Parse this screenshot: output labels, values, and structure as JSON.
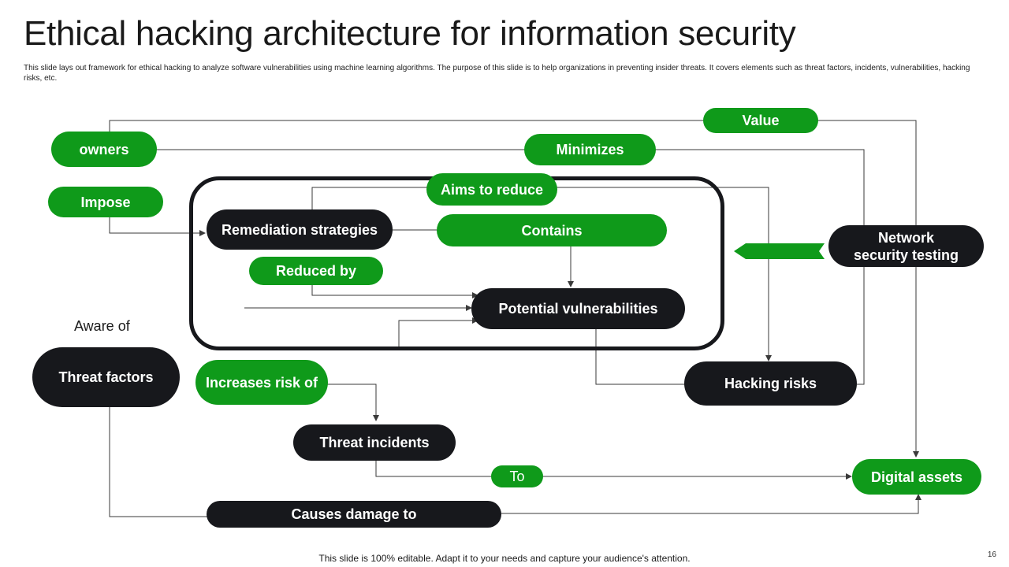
{
  "title": "Ethical hacking architecture for information security",
  "subtitle": "This slide lays out framework for ethical hacking to analyze software vulnerabilities using machine learning algorithms. The purpose of this slide is to help organizations in preventing insider threats. It covers elements such as threat factors, incidents, vulnerabilities, hacking risks, etc.",
  "nodes": {
    "owners": "owners",
    "impose": "Impose",
    "value": "Value",
    "minimizes": "Minimizes",
    "aims_to_reduce": "Aims to reduce",
    "remediation_strategies": "Remediation strategies",
    "contains": "Contains",
    "reduced_by": "Reduced by",
    "potential_vulnerabilities": "Potential vulnerabilities",
    "network_security_testing_line1": "Network",
    "network_security_testing_line2": "security testing",
    "aware_of": "Aware of",
    "threat_factors": "Threat factors",
    "increases_risk_of": "Increases risk of",
    "hacking_risks": "Hacking risks",
    "threat_incidents": "Threat incidents",
    "to": "To",
    "digital_assets": "Digital assets",
    "causes_damage_to": "Causes damage to"
  },
  "colors": {
    "green": "#0f9a1a",
    "black": "#17181c",
    "line": "#3a3a3a"
  },
  "footer": "This slide is 100% editable. Adapt it to your needs and capture your audience's attention.",
  "page_number": "16"
}
